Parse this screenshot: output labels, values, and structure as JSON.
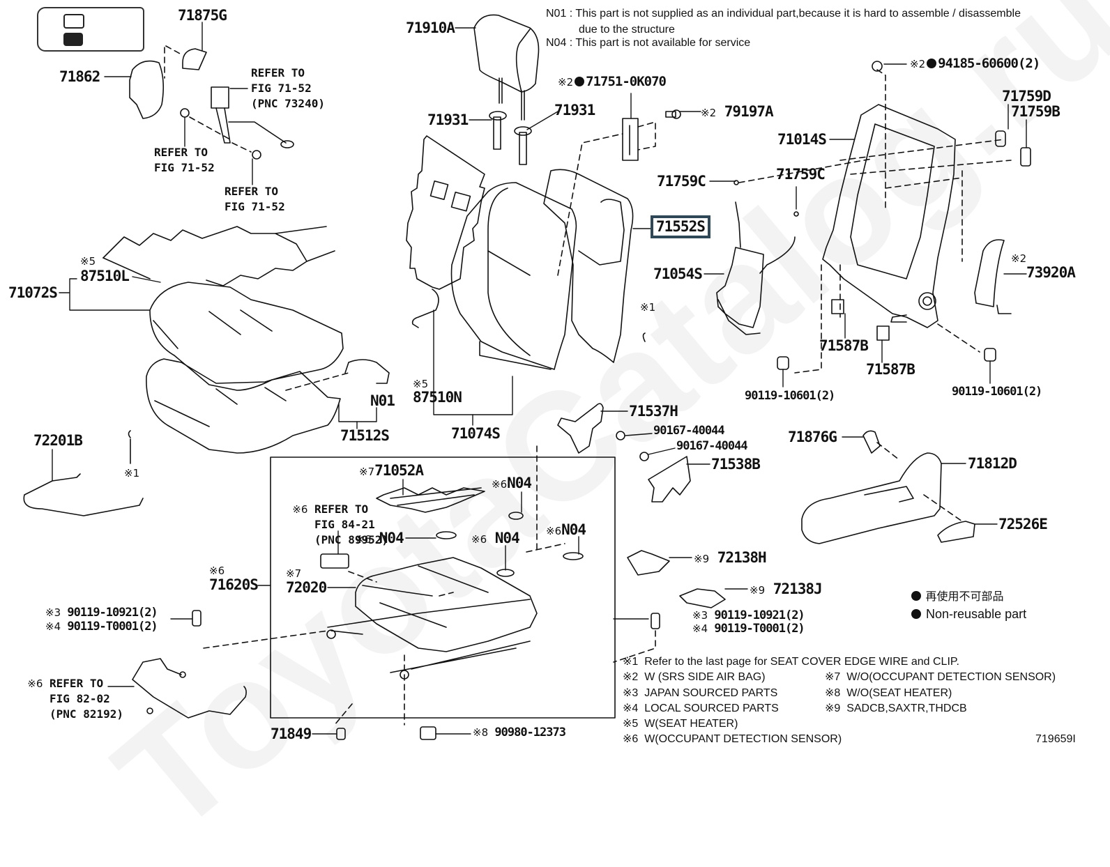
{
  "diagram": {
    "figure_id": "719659I",
    "watermark": "ToyotaCatalog.ru",
    "notes": {
      "n01": {
        "code": "N01",
        "text": "This part is not supplied as an individual part,because it is hard to assemble / disassemble",
        "text2": "due to the structure"
      },
      "n04": {
        "code": "N04",
        "text": "This part is not available for service"
      }
    },
    "legend": {
      "nonreusable_jp": "再使用不可部品",
      "nonreusable_en": "Non-reusable part"
    },
    "footnotes": [
      {
        "mark": "※1",
        "text": "Refer to the last page for SEAT COVER EDGE WIRE and CLIP."
      },
      {
        "mark": "※2",
        "text": "W (SRS SIDE AIR BAG)"
      },
      {
        "mark": "※3",
        "text": "JAPAN SOURCED PARTS"
      },
      {
        "mark": "※4",
        "text": "LOCAL SOURCED PARTS"
      },
      {
        "mark": "※5",
        "text": "W(SEAT HEATER)"
      },
      {
        "mark": "※6",
        "text": "W(OCCUPANT DETECTION SENSOR)"
      },
      {
        "mark": "※7",
        "text": "W/O(OCCUPANT DETECTION SENSOR)"
      },
      {
        "mark": "※8",
        "text": "W/O(SEAT HEATER)"
      },
      {
        "mark": "※9",
        "text": "SADCB,SAXTR,THDCB"
      }
    ],
    "parts": {
      "p71875G": "71875G",
      "p71862": "71862",
      "p71910A": "71910A",
      "p71931a": "71931",
      "p71931b": "71931",
      "p71751": "71751-0K070",
      "p71751_mark": "※2",
      "p79197A": "79197A",
      "p79197A_mark": "※2",
      "p94185": "94185-60600(2)",
      "p94185_mark": "※2",
      "p71759D": "71759D",
      "p71759B": "71759B",
      "p71014S": "71014S",
      "p71759Ca": "71759C",
      "p71759Cb": "71759C",
      "p71552S": "71552S",
      "p71054S": "71054S",
      "p73920A": "73920A",
      "p73920A_mark": "※2",
      "p71587Ba": "71587B",
      "p71587Bb": "71587B",
      "p90119_10601a": "90119-10601(2)",
      "p90119_10601b": "90119-10601(2)",
      "p71072S": "71072S",
      "p87510L": "87510L",
      "p87510L_mark": "※5",
      "p87510N": "87510N",
      "p87510N_mark": "※5",
      "pN01": "N01",
      "p71512S": "71512S",
      "p71074S": "71074S",
      "clip1_mark": "※1",
      "clip2_mark": "※1",
      "p72201B": "72201B",
      "p71537H": "71537H",
      "p90167a": "90167-40044",
      "p90167b": "90167-40044",
      "p71538B": "71538B",
      "p71876G": "71876G",
      "p71812D": "71812D",
      "p72526E": "72526E",
      "p72138H": "72138H",
      "p72138H_mark": "※9",
      "p72138J": "72138J",
      "p72138J_mark": "※9",
      "p71052A": "71052A",
      "p71052A_mark": "※7",
      "n04a": "N04",
      "n04a_mark": "※6",
      "n04b": "N04",
      "n04b_mark": "※6",
      "n04c": "N04",
      "n04c_mark": "※6",
      "n04d": "N04",
      "n04d_mark": "※6",
      "p71620S": "71620S",
      "p71620S_mark": "※6",
      "p72020": "72020",
      "p72020_mark": "※7",
      "bolt_l3": "90119-10921(2)",
      "bolt_l3_mark": "※3",
      "bolt_l4": "90119-T0001(2)",
      "bolt_l4_mark": "※4",
      "bolt_r3": "90119-10921(2)",
      "bolt_r3_mark": "※3",
      "bolt_r4": "90119-T0001(2)",
      "bolt_r4_mark": "※4",
      "p71849": "71849",
      "p90980": "90980-12373",
      "p90980_mark": "※8"
    },
    "refers": {
      "seatbelt": "REFER TO\nFIG 71-52\n(PNC 73240)",
      "anchor1": "REFER TO\nFIG 71-52",
      "anchor2": "REFER TO\nFIG 71-52",
      "ods": "REFER TO\nFIG 84-21\n(PNC 89952)",
      "ods_mark": "※6",
      "harness": "REFER TO\nFIG 82-02\n(PNC 82192)",
      "harness_mark": "※6"
    },
    "highlight_color": "#2f4858"
  }
}
